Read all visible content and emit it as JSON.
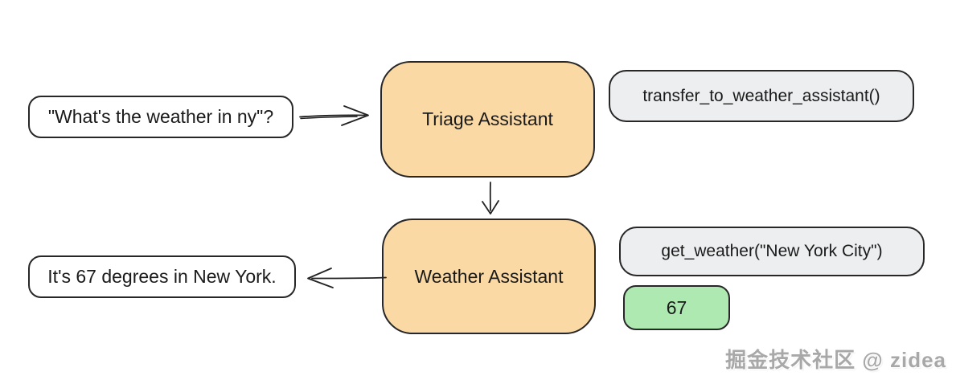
{
  "diagram": {
    "title": "agent handoff flow",
    "nodes": {
      "user_question": {
        "text": "\"What's the weather in ny\"?"
      },
      "triage": {
        "label": "Triage Assistant"
      },
      "transfer_call": {
        "label": "transfer_to_weather_assistant()"
      },
      "weather": {
        "label": "Weather Assistant"
      },
      "get_weather_call": {
        "label": "get_weather(\"New York City\")"
      },
      "tool_result": {
        "label": "67"
      },
      "final_response": {
        "text": "It's 67 degrees in New York."
      }
    },
    "edges": [
      {
        "from": "user_question",
        "to": "triage",
        "direction": "right"
      },
      {
        "from": "triage",
        "to": "weather",
        "direction": "down"
      },
      {
        "from": "weather",
        "to": "final_response",
        "direction": "left"
      }
    ],
    "colors": {
      "agent_fill": "#fbd9a5",
      "call_chip_fill": "#eceeef",
      "result_chip_fill": "#aee9b2",
      "stroke": "#272727",
      "background": "#ffffff"
    }
  },
  "watermark": {
    "text": "掘金技术社区 @ zidea"
  }
}
